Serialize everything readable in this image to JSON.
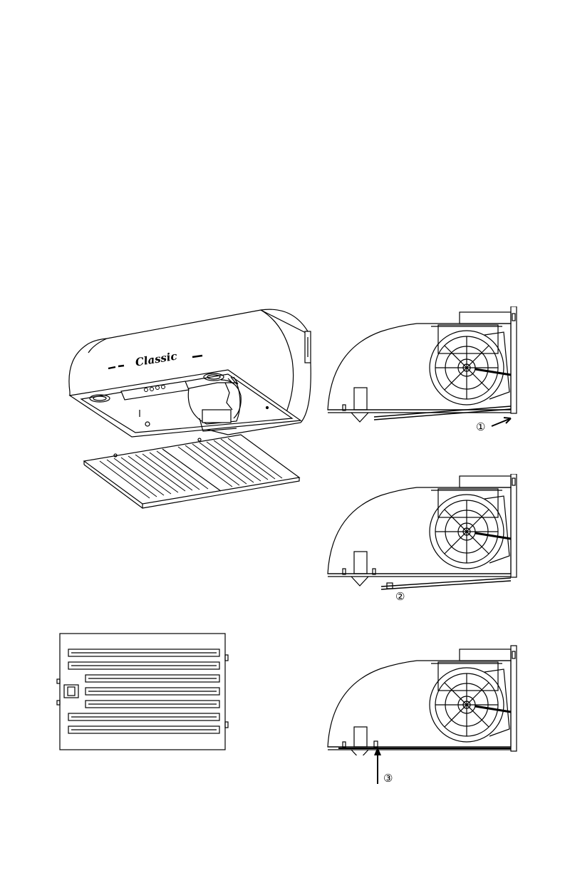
{
  "figures": {
    "hood_perspective": {
      "logo_text": "Classic"
    },
    "filter_front": {},
    "side_view_1": {},
    "side_view_2": {},
    "side_view_3": {}
  },
  "steps": [
    {
      "marker": "①"
    },
    {
      "marker": "②"
    },
    {
      "marker": "③"
    }
  ],
  "colors": {
    "line": "#000000",
    "background": "#ffffff"
  },
  "icons": [
    "arrow-icon",
    "fan-icon",
    "light-icon",
    "bracket-icon"
  ]
}
